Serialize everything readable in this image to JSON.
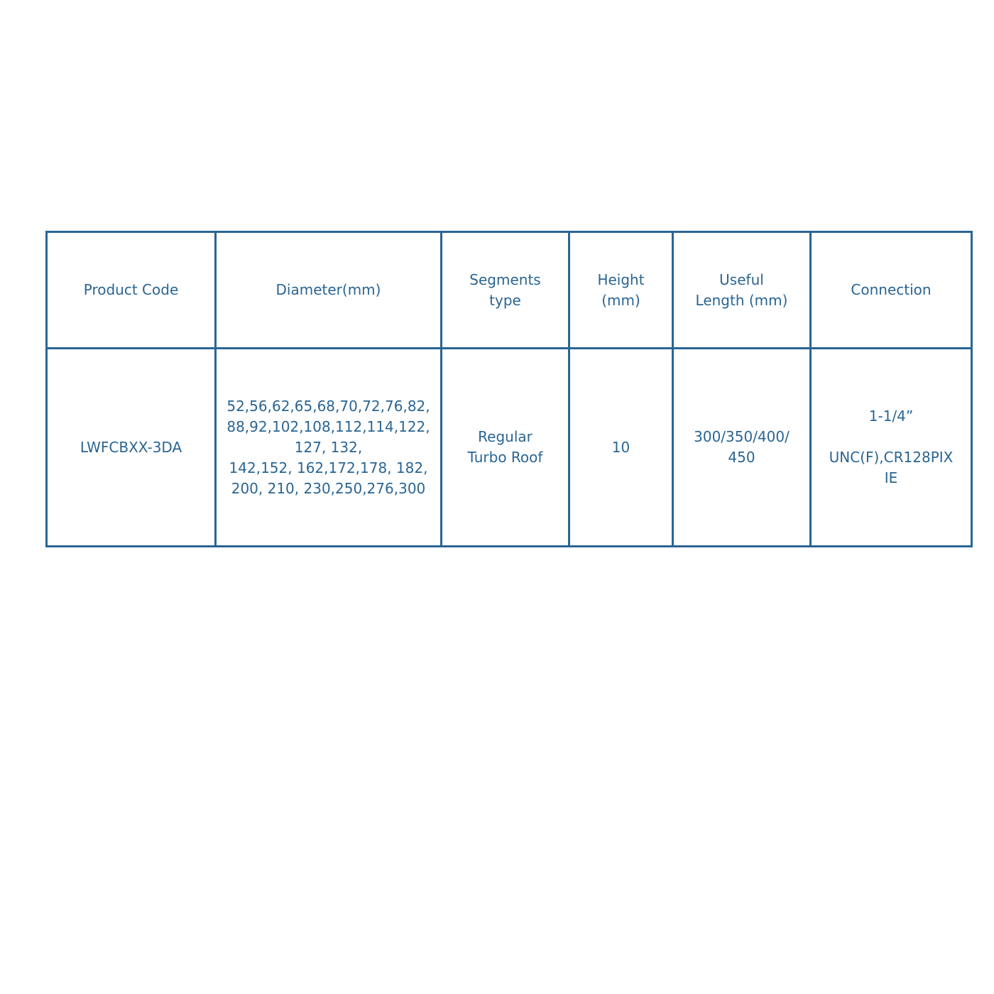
{
  "table": {
    "headers": [
      "Product Code",
      "Diameter(mm)",
      "Segments\ntype",
      "Height\n(mm)",
      "Useful\nLength (mm)",
      "Connection"
    ],
    "rows": [
      {
        "product_code": "LWFCBXX-3DA",
        "diameter": "52,56,62,65,68,70,72,76,82,\n88,92,102,108,112,114,122,\n127, 132,\n  142,152, 162,172,178, 182,\n200, 210, 230,250,276,300",
        "segments_type": "Regular\nTurbo Roof",
        "height": "10",
        "useful_length": "300/350/400/\n450",
        "connection": "1-1/4”\n\nUNC(F),CR128PIX\nIE"
      }
    ]
  },
  "colors": {
    "accent": "#2a6593",
    "background": "#ffffff"
  }
}
